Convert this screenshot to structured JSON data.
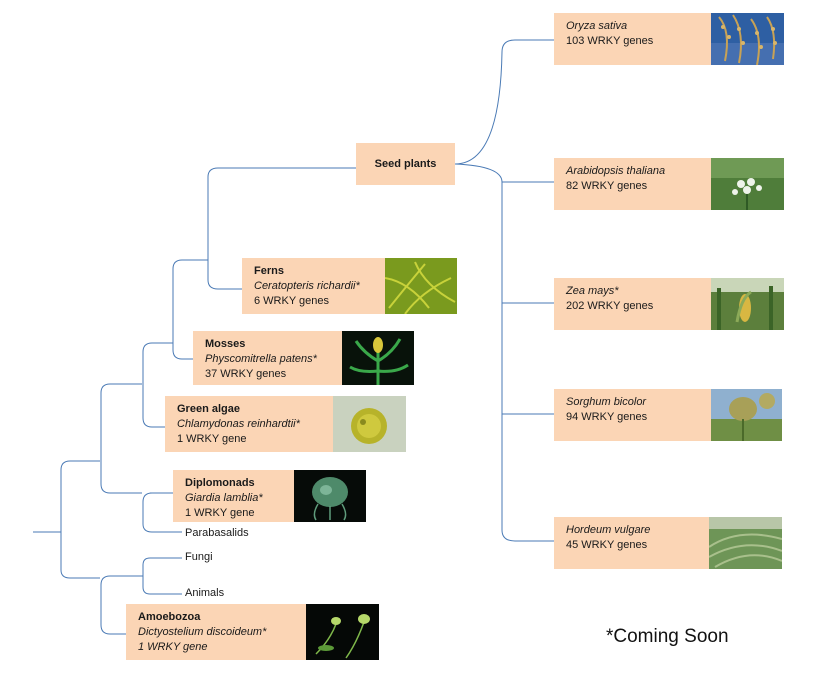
{
  "seed_plants": {
    "label": "Seed plants"
  },
  "seed_species": [
    {
      "species": "Oryza sativa",
      "genes": "103 WRKY genes",
      "photo": "rice-panicle-photo"
    },
    {
      "species": "Arabidopsis thaliana",
      "genes": "82 WRKY genes",
      "photo": "arabidopsis-flower-photo"
    },
    {
      "species": "Zea mays*",
      "genes": "202 WRKY genes",
      "photo": "maize-ear-photo"
    },
    {
      "species": "Sorghum bicolor",
      "genes": "94 WRKY genes",
      "photo": "sorghum-head-photo"
    },
    {
      "species": "Hordeum vulgare",
      "genes": "45 WRKY genes",
      "photo": "barley-field-photo"
    }
  ],
  "lineages": {
    "ferns": {
      "group": "Ferns",
      "species": "Ceratopteris richardii*",
      "genes": "6 WRKY genes",
      "photo": "fern-fronds-photo"
    },
    "mosses": {
      "group": "Mosses",
      "species": "Physcomitrella patens*",
      "genes": "37 WRKY genes",
      "photo": "moss-sporophyte-photo"
    },
    "green_algae": {
      "group": "Green algae",
      "species": "Chlamydonas reinhardtii*",
      "genes": "1 WRKY gene",
      "photo": "chlamydomonas-cell-photo"
    },
    "diplomonads": {
      "group": "Diplomonads",
      "species": "Giardia lamblia*",
      "genes": "1 WRKY gene",
      "photo": "giardia-cell-photo"
    },
    "amoebozoa": {
      "group": "Amoebozoa",
      "species": "Dictyostelium discoideum*",
      "genes": "1 WRKY gene",
      "photo": "dictyostelium-fruiting-body-photo"
    }
  },
  "unlabeled_taxa": {
    "parabasalids": "Parabasalids",
    "fungi": "Fungi",
    "animals": "Animals"
  },
  "footnote": "*Coming Soon",
  "colors": {
    "box_fill": "#fbd5b5",
    "branch_line": "#4a7ab5"
  }
}
